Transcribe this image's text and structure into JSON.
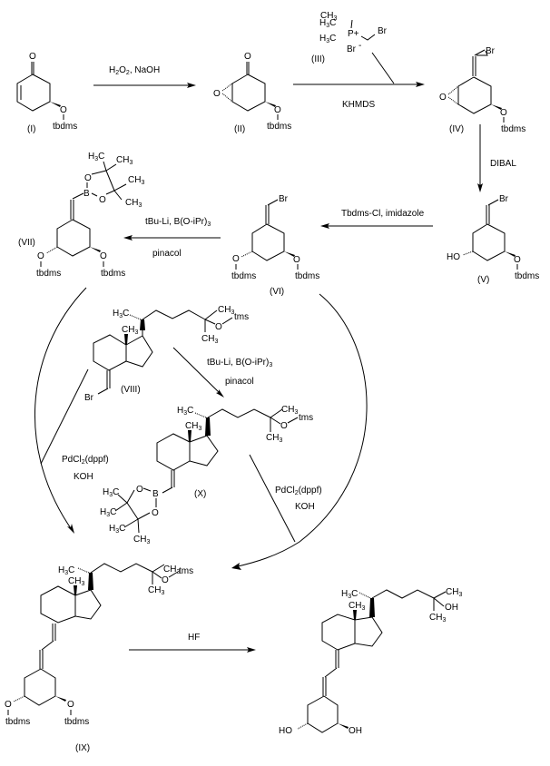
{
  "scheme": {
    "compounds": {
      "I": {
        "label": "(I)"
      },
      "II": {
        "label": "(II)"
      },
      "III": {
        "label": "(III)"
      },
      "IV": {
        "label": "(IV)"
      },
      "V": {
        "label": "(V)"
      },
      "VI": {
        "label": "(VI)"
      },
      "VII": {
        "label": "(VII)"
      },
      "VIII": {
        "label": "(VIII)"
      },
      "IX": {
        "label": "(IX)"
      },
      "X": {
        "label": "(X)"
      }
    },
    "atoms": {
      "O": "O",
      "Br": "Br",
      "Br_minus": "Br",
      "minus": "-",
      "B": "B",
      "HO": "HO",
      "OH": "OH",
      "P_plus": "P+",
      "tbdms": "tbdms",
      "tms": "tms",
      "H3C": "H",
      "CH": "CH",
      "C": "C",
      "sub3": "3",
      "H": "H"
    },
    "reagents": {
      "step1": {
        "text": "H",
        "sub1": "2",
        "mid": "O",
        "sub2": "2",
        "tail": ",  NaOH"
      },
      "step2": {
        "text": "KHMDS"
      },
      "step3": {
        "text": "DIBAL"
      },
      "step4": {
        "text": "Tbdms-Cl,  imidazole"
      },
      "step5": {
        "line1": "tBu-Li, B(O-iPr)",
        "line1_sub": "3",
        "line2": "pinacol"
      },
      "step6": {
        "line1": "tBu-Li, B(O-iPr)",
        "line1_sub": "3",
        "line2": "pinacol"
      },
      "step7": {
        "line1": "PdCl",
        "line1_sub": "2",
        "line1_tail": "(dppf)",
        "line2": "KOH"
      },
      "step8": {
        "line1": "PdCl",
        "line1_sub": "2",
        "line1_tail": "(dppf)",
        "line2": "KOH"
      },
      "step9": {
        "text": "HF"
      }
    }
  }
}
